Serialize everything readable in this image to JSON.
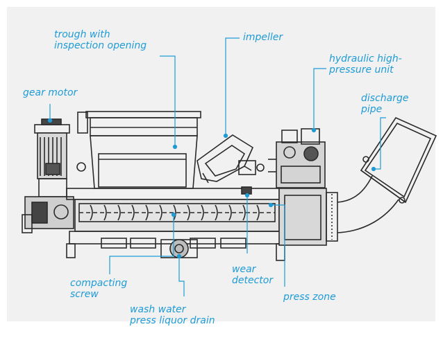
{
  "accent_color": "#1e9bd7",
  "line_color": "#2a2a2a",
  "background_color": "#f1f1f1",
  "labels": {
    "trough": "trough with\ninspection opening",
    "impeller": "impeller",
    "hydraulic": "hydraulic high-\npressure unit",
    "gear_motor": "gear motor",
    "discharge": "discharge\npipe",
    "compacting": "compacting\nscrew",
    "wear": "wear\ndetector",
    "press_zone": "press zone",
    "wash_water": "wash water\npress liquor drain"
  }
}
